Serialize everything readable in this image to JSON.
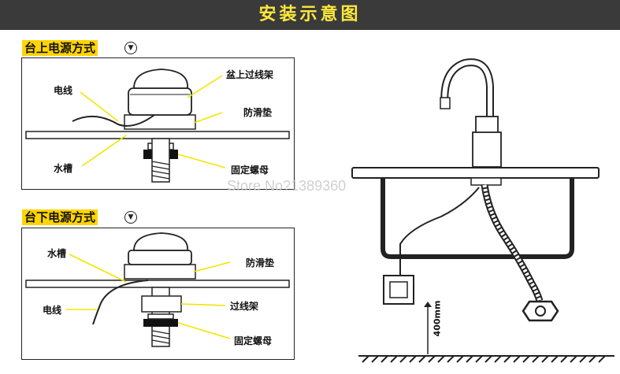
{
  "banner": {
    "title": "安装示意图"
  },
  "top_panel": {
    "title": "台上电源方式",
    "labels": {
      "wire": "电线",
      "sink": "水槽",
      "wire_rack": "盆上过线架",
      "antislip": "防滑垫",
      "nut": "固定螺母"
    }
  },
  "bottom_panel": {
    "title": "台下电源方式",
    "labels": {
      "sink": "水槽",
      "wire": "电线",
      "antislip": "防滑垫",
      "wire_rack": "过线架",
      "nut": "固定螺母"
    }
  },
  "right_diagram": {
    "height_label": "400mm"
  },
  "watermark": "Store No?1389360",
  "colors": {
    "banner_bg": "#3a3a3a",
    "banner_text": "#fde93a",
    "section_label_bg": "#ffd400",
    "callout_line": "#f2e600"
  },
  "icons": [
    "chevron-down-icon",
    "faucet-icon",
    "power-socket-icon"
  ]
}
